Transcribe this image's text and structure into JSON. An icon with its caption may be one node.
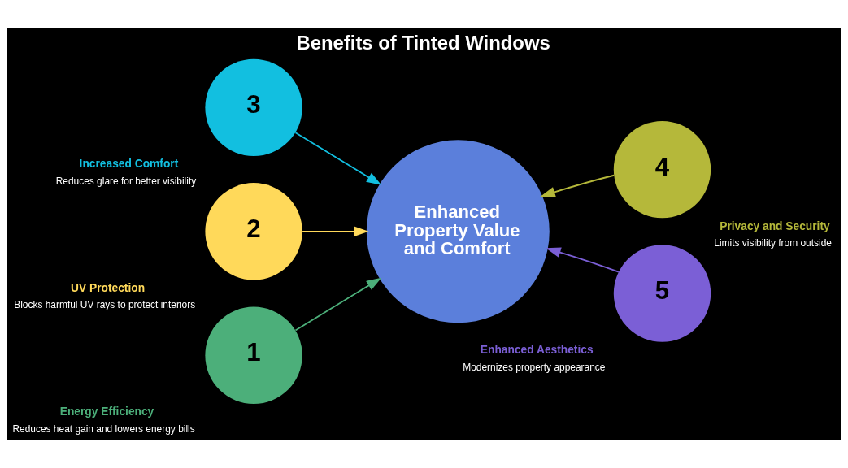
{
  "diagram": {
    "title": "Benefits of Tinted Windows",
    "nodes": [
      {
        "text": [
          "3"
        ],
        "beside": [
          "Increased Comfort",
          "Reduces glare for better visibility"
        ]
      },
      {
        "text": [
          "2"
        ],
        "beside": [
          "UV Protection",
          "Blocks harmful UV rays to protect interiors"
        ]
      },
      {
        "text": [
          "1"
        ],
        "beside": [
          "Energy Efficiency",
          "Reduces heat gain and lowers energy bills"
        ]
      },
      {
        "text": [
          "Enhanced Property Value and Comfort"
        ]
      },
      {
        "text": [
          "4"
        ],
        "beside": [
          "Privacy and Security",
          "Limits visibility from outside"
        ]
      },
      {
        "text": [
          "5"
        ],
        "beside": [
          "Enhanced Aesthetics",
          "Modernizes property appearance"
        ]
      }
    ],
    "edges": [
      {
        "from": 0,
        "to": 3,
        "arrow": "to",
        "color": "#12bfe0"
      },
      {
        "from": 1,
        "to": 3,
        "arrow": "to",
        "color": "#ffd95a"
      },
      {
        "from": 2,
        "to": 3,
        "arrow": "to",
        "color": "#4caf7a"
      },
      {
        "from": 4,
        "to": 3,
        "arrow": "to",
        "color": "#b5b83a"
      },
      {
        "from": 5,
        "to": 3,
        "arrow": "to",
        "color": "#7b5fd6"
      }
    ]
  }
}
